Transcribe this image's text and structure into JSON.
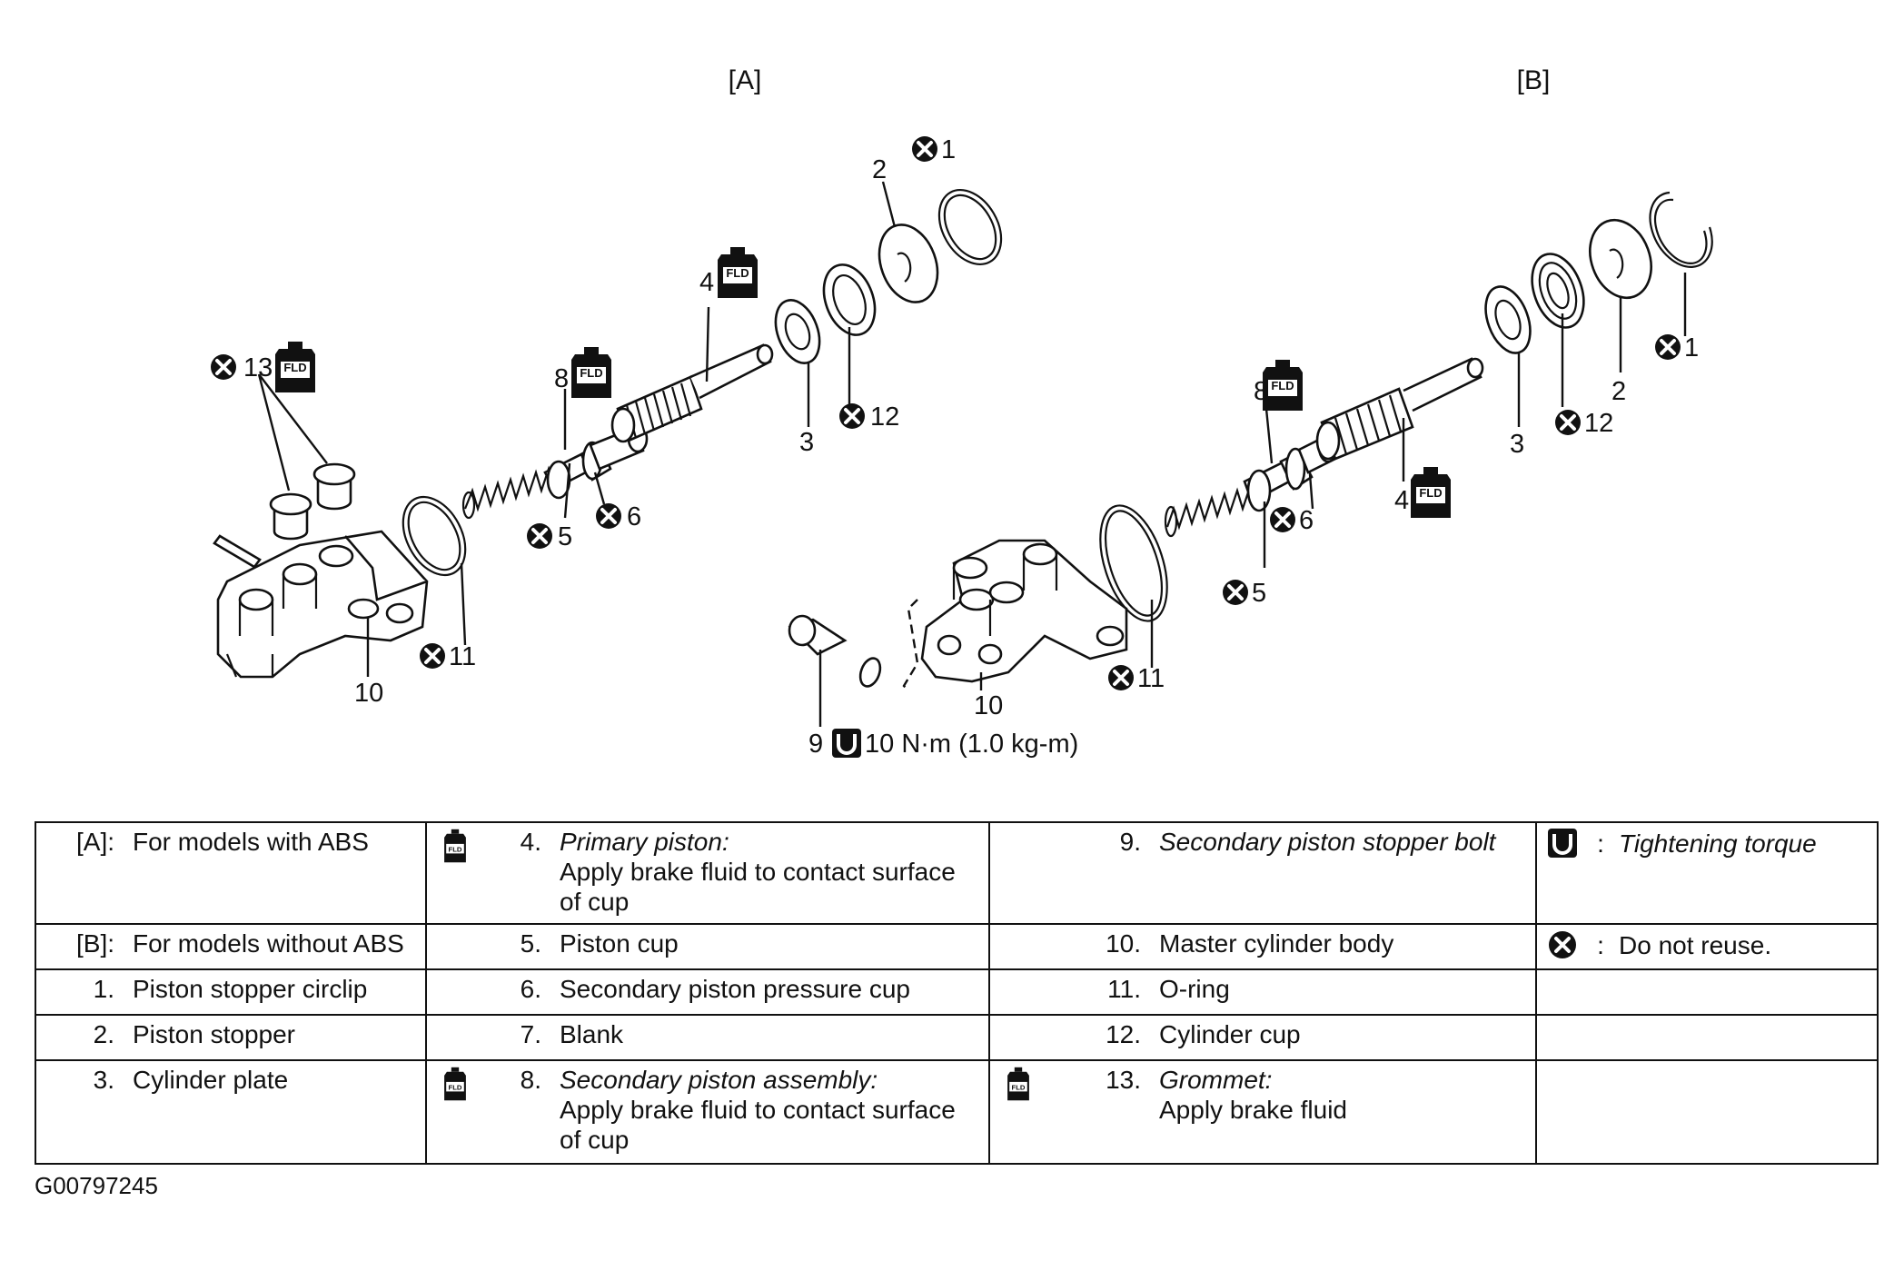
{
  "diagram": {
    "view_a_label": "[A]",
    "view_b_label": "[B]",
    "callouts_a": {
      "n1": "1",
      "n2": "2",
      "n3": "3",
      "n4": "4",
      "n5": "5",
      "n6": "6",
      "n8": "8",
      "n10": "10",
      "n11": "11",
      "n12": "12",
      "n13": "13"
    },
    "callouts_b": {
      "n1": "1",
      "n2": "2",
      "n3": "3",
      "n4": "4",
      "n5": "5",
      "n6": "6",
      "n8": "8",
      "n9": "9",
      "n10": "10",
      "n11": "11",
      "n12": "12"
    },
    "torque_spec": "10 N·m (1.0 kg-m)",
    "fluid_icon_text": "FLD"
  },
  "legend": {
    "rows": [
      {
        "c1": {
          "num": "[A]:",
          "text": "For models with ABS"
        },
        "c2": {
          "num": "4.",
          "text": "Primary piston:",
          "sub": "Apply brake fluid to contact surface of cup",
          "fluid": true,
          "italic_title": true
        },
        "c3": {
          "num": "9.",
          "text": "Secondary piston stopper bolt",
          "italic": true
        },
        "c4": {
          "text": "Tightening torque",
          "italic": true,
          "symbol": "torque"
        }
      },
      {
        "c1": {
          "num": "[B]:",
          "text": "For models without ABS"
        },
        "c2": {
          "num": "5.",
          "text": "Piston cup"
        },
        "c3": {
          "num": "10.",
          "text": "Master cylinder body"
        },
        "c4": {
          "text": "Do not reuse.",
          "symbol": "x"
        }
      },
      {
        "c1": {
          "num": "1.",
          "text": "Piston stopper circlip"
        },
        "c2": {
          "num": "6.",
          "text": "Secondary piston pressure cup"
        },
        "c3": {
          "num": "11.",
          "text": "O-ring"
        },
        "c4": {
          "text": ""
        }
      },
      {
        "c1": {
          "num": "2.",
          "text": "Piston stopper"
        },
        "c2": {
          "num": "7.",
          "text": "Blank"
        },
        "c3": {
          "num": "12.",
          "text": "Cylinder cup"
        },
        "c4": {
          "text": ""
        }
      },
      {
        "c1": {
          "num": "3.",
          "text": "Cylinder plate"
        },
        "c2": {
          "num": "8.",
          "text": "Secondary piston assembly:",
          "sub": "Apply brake fluid to contact surface of cup",
          "fluid": true,
          "italic_title": true
        },
        "c3": {
          "num": "13.",
          "text": "Grommet:",
          "sub": "Apply brake fluid",
          "fluid": true,
          "italic_title": true
        },
        "c4": {
          "text": ""
        }
      }
    ],
    "symbol_colon": ":"
  },
  "footer": {
    "code": "G00797245"
  }
}
